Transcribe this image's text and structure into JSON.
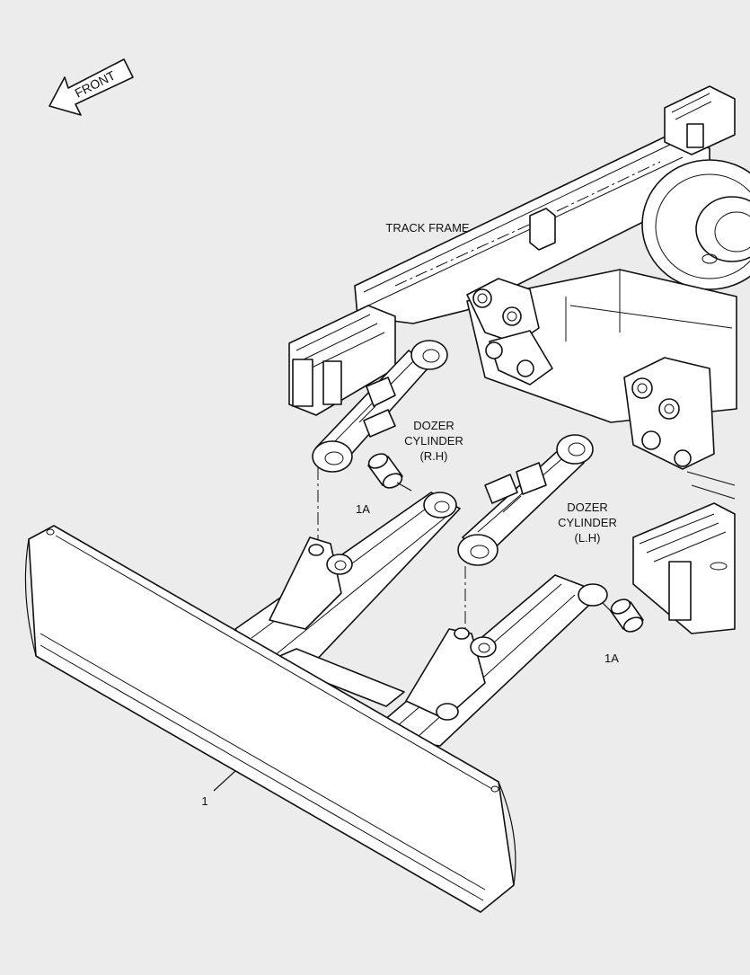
{
  "labels": {
    "front": "FRONT",
    "track_frame": "TRACK FRAME",
    "cyl_rh_1": "DOZER",
    "cyl_rh_2": "CYLINDER",
    "cyl_rh_3": "(R.H)",
    "cyl_lh_1": "DOZER",
    "cyl_lh_2": "CYLINDER",
    "cyl_lh_3": "(L.H)",
    "bushing_left": "1A",
    "bushing_right": "1A",
    "blade": "1"
  }
}
